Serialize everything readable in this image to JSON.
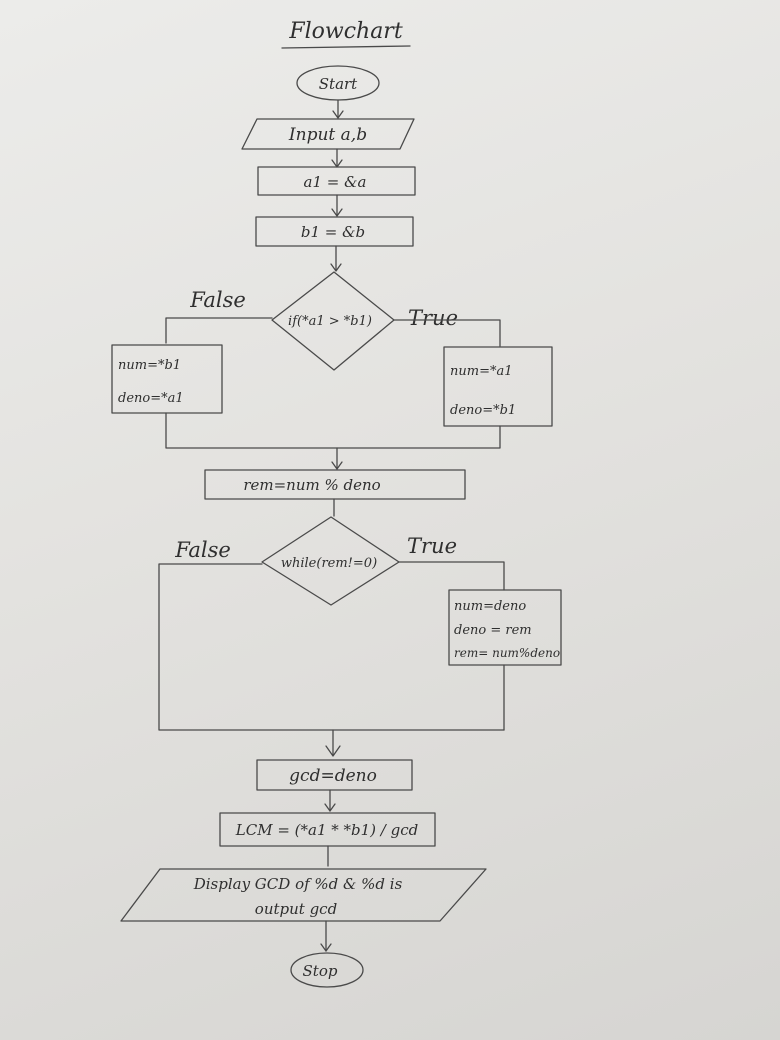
{
  "title": "Flowchart",
  "nodes": {
    "start": "Start",
    "input": "Input a,b",
    "assign_a1": "a1 = &a",
    "assign_b1": "b1 = &b",
    "cond_if": "if(*a1 > *b1)",
    "false_label_1": "False",
    "true_label_1": "True",
    "false_box_line1": "num=*b1",
    "false_box_line2": "deno=*a1",
    "true_box_line1": "num=*a1",
    "true_box_line2": "deno=*b1",
    "rem_assign": "rem=num % deno",
    "cond_while": "while(rem!=0)",
    "false_label_2": "False",
    "true_label_2": "True",
    "loop_line1": "num=deno",
    "loop_line2": "deno = rem",
    "loop_line3": "rem= num%deno",
    "gcd_assign": "gcd=deno",
    "lcm_assign": "LCM = (*a1 * *b1) / gcd",
    "display_line1": "Display GCD of %d & %d is",
    "display_line2": "output gcd",
    "stop": "Stop"
  }
}
